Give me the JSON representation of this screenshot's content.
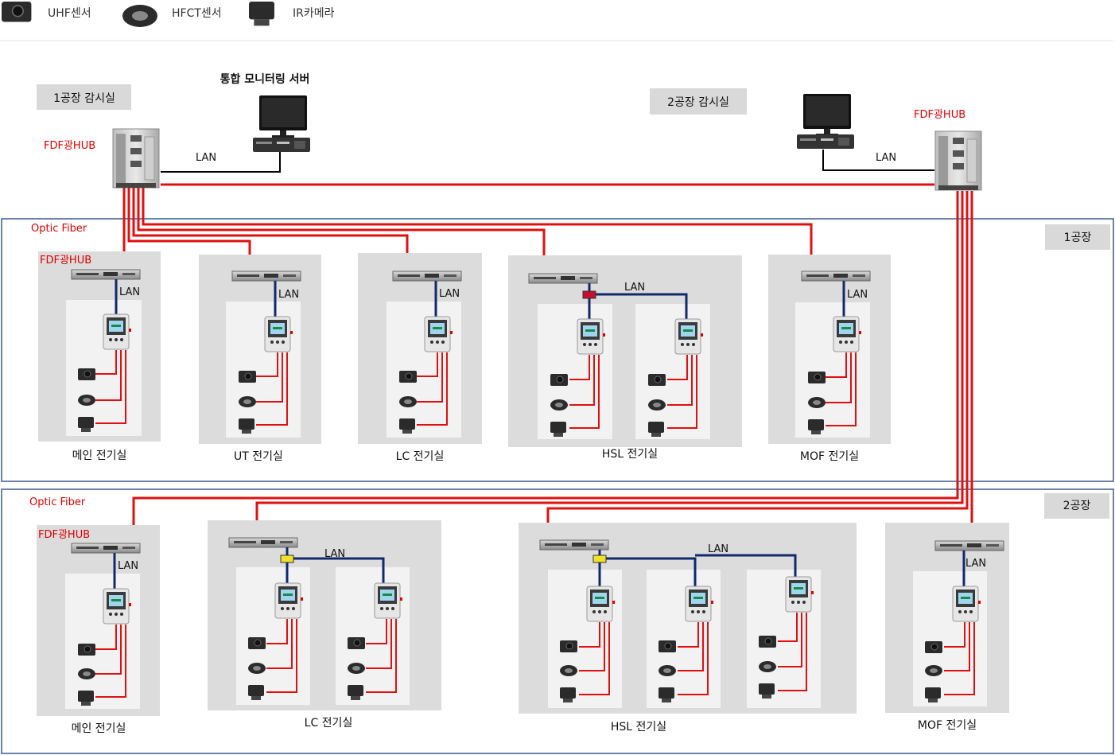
{
  "legend": {
    "uhf": "UHF센서",
    "hfct": "HFCT센서",
    "ir": "IR카메라"
  },
  "labels": {
    "lan": "LAN",
    "fdf_hub": "FDF광HUB",
    "optic_fiber": "Optic Fiber",
    "server": "통합 모니터링 서버",
    "room1": "1공장 감시실",
    "room2": "2공장 감시실",
    "plant1": "1공장",
    "plant2": "2공장"
  },
  "plant1_rooms": [
    "메인 전기실",
    "UT 전기실",
    "LC 전기실",
    "HSL 전기실",
    "MOF 전기실"
  ],
  "plant2_rooms": [
    "메인 전기실",
    "LC 전기실",
    "HSL 전기실",
    "MOF 전기실"
  ],
  "colors": {
    "fiber": "#e01010",
    "lan": "#0f2a6b",
    "panel": "#dcdcdc",
    "cabinet": "#f2f2f2",
    "plant_border": "#3a5a8c"
  }
}
